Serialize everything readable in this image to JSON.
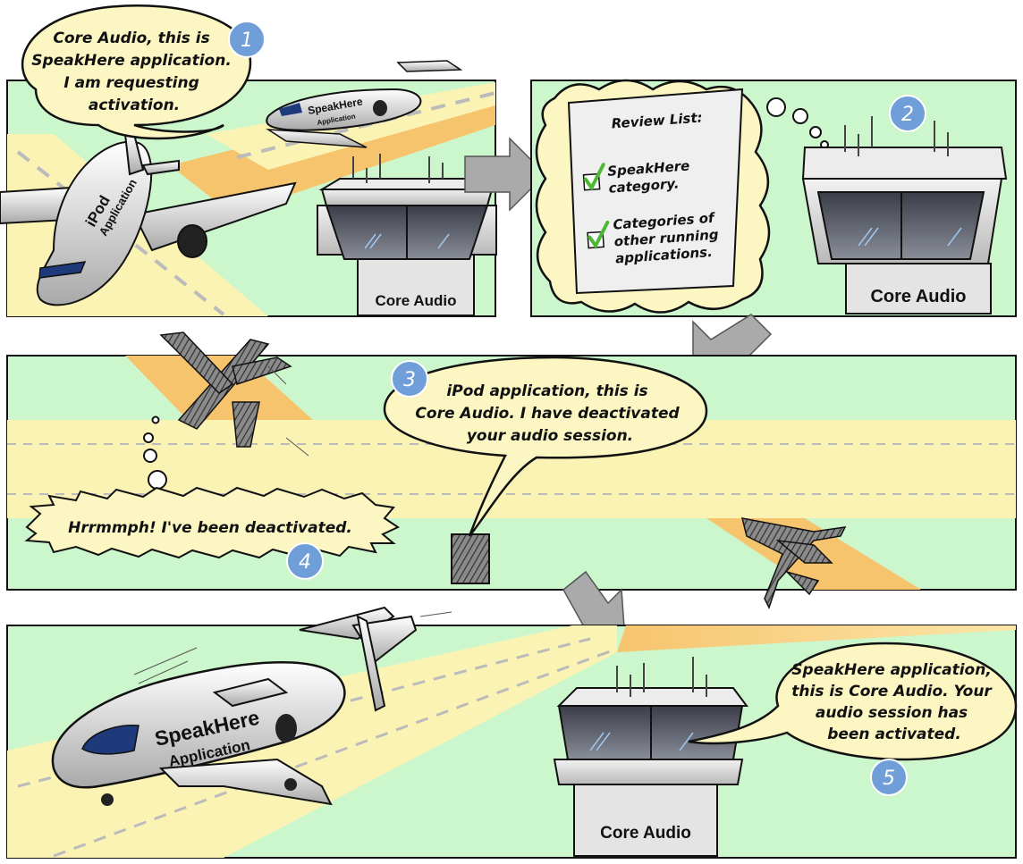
{
  "colors": {
    "panel_bg": "#ccf7cc",
    "runway": "#fbf3b4",
    "taxiway": "#f7c46e",
    "badge": "#6f9ed8",
    "bubble": "#fbf6c2",
    "check": "#4cb833"
  },
  "step_badges": [
    "1",
    "2",
    "3",
    "4",
    "5"
  ],
  "panel1": {
    "bubble_lines": [
      "Core Audio, this is",
      "SpeakHere application.",
      "I am requesting",
      "activation."
    ],
    "speakhere_label": "SpeakHere",
    "speakhere_sub": "Application",
    "ipod_label": "iPod",
    "ipod_sub": "Application",
    "tower_label": "Core Audio"
  },
  "panel2": {
    "review_title": "Review List:",
    "items": [
      {
        "lines": [
          "SpeakHere",
          "category."
        ]
      },
      {
        "lines": [
          "Categories of",
          "other running",
          "applications."
        ]
      }
    ],
    "check_icon": "check-icon",
    "tower_label": "Core Audio"
  },
  "panel3": {
    "bubble_lines": [
      "iPod application, this is",
      "Core Audio. I have deactivated",
      "your audio session."
    ],
    "thought": "Hrrmmph! I've been deactivated."
  },
  "panel4": {
    "speakhere_label": "SpeakHere",
    "speakhere_sub": "Application",
    "tower_label": "Core Audio",
    "bubble_lines": [
      "SpeakHere application,",
      "this is Core Audio. Your",
      "audio session has",
      "been activated."
    ]
  }
}
